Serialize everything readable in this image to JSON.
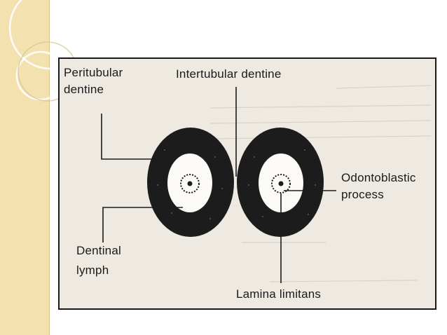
{
  "slide": {
    "accent_color": "#f3e1b0",
    "background": "#ffffff"
  },
  "figure": {
    "labels": {
      "peritubular_line1": "Peritubular",
      "peritubular_line2": "dentine",
      "intertubular": "Intertubular dentine",
      "odontoblastic_line1": "Odontoblastic",
      "odontoblastic_line2": "process",
      "dentinal_line1": "Dentinal",
      "dentinal_line2": "lymph",
      "lamina": "Lamina limitans"
    },
    "colors": {
      "ring": "#1c1c1c",
      "lumen": "#fbfaf6",
      "paper": "#eeeae2"
    }
  }
}
